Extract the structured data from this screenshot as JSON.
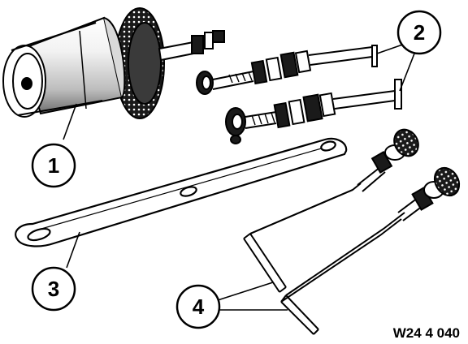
{
  "figure_code": "W24 4 040",
  "callouts": [
    {
      "label": "1"
    },
    {
      "label": "2"
    },
    {
      "label": "3"
    },
    {
      "label": "4"
    }
  ],
  "colors": {
    "ink": "#000000",
    "paper": "#ffffff",
    "metal_dark": "#1a1a1a",
    "metal_light": "#e6e6e6"
  }
}
